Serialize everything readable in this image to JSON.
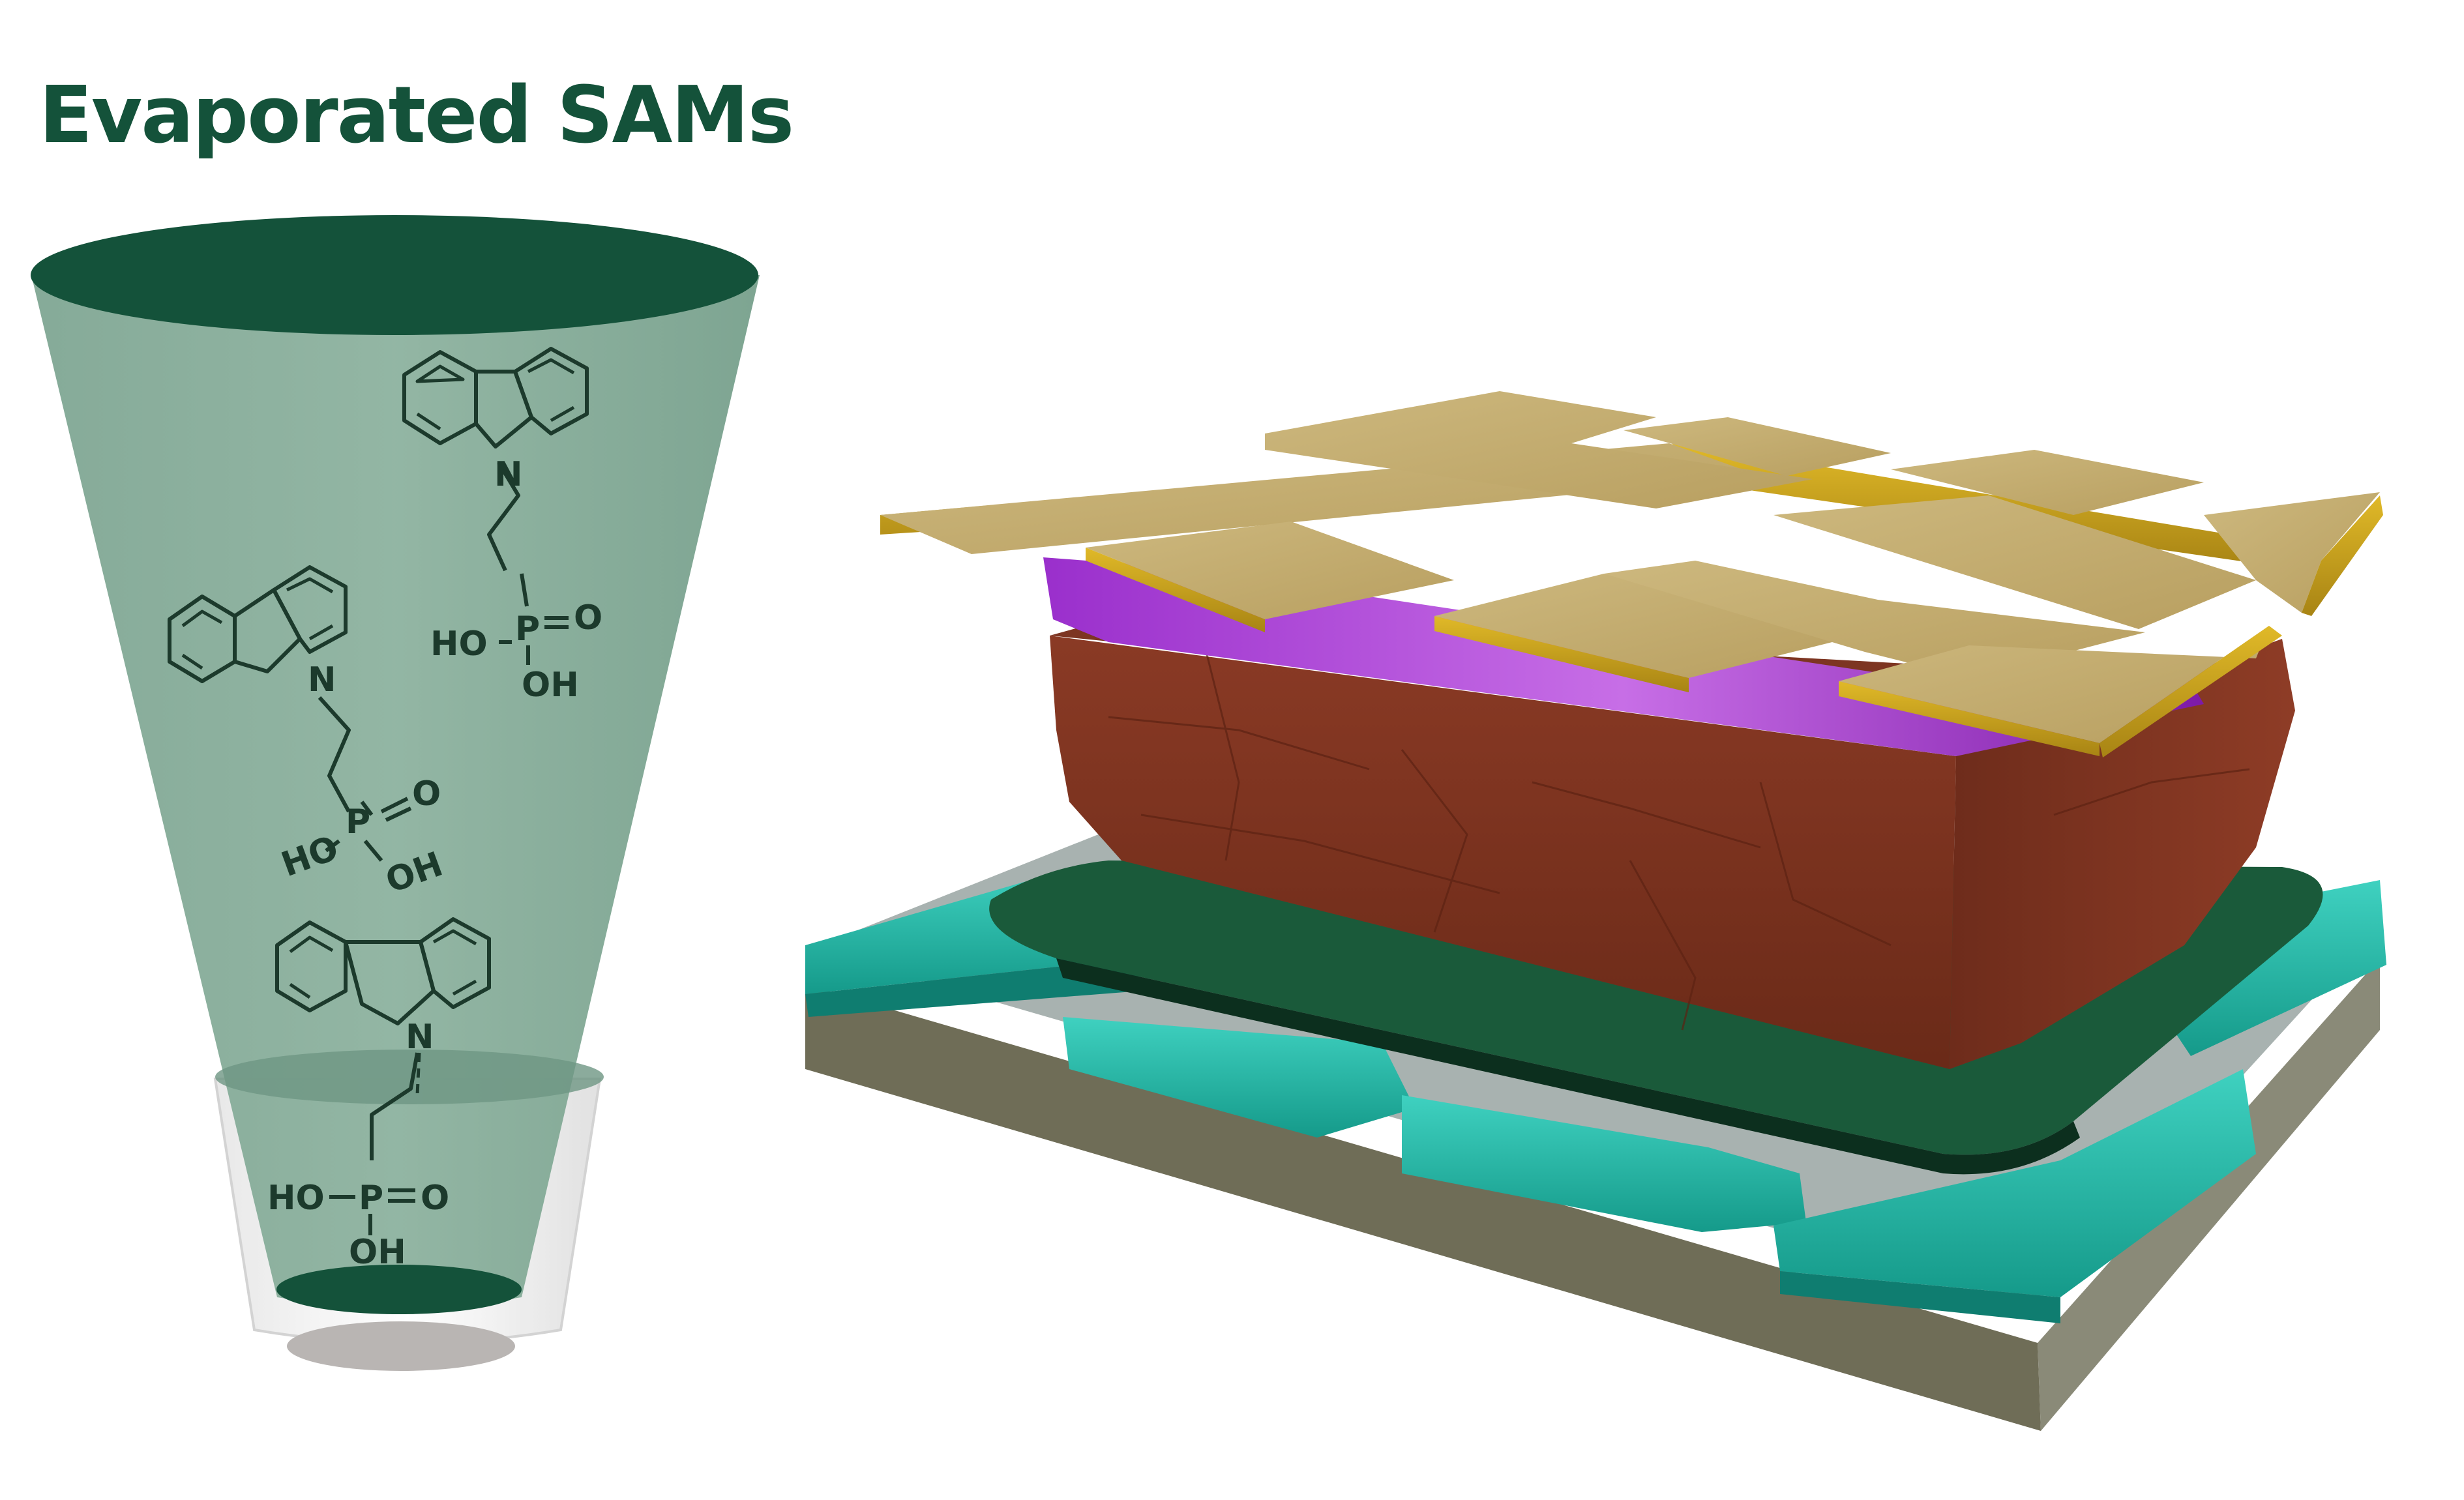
{
  "title": "Evaporated SAMs",
  "molecules": [
    {
      "nitrogen": "N",
      "phosphorus": "P",
      "hydroxyl_left": "HO",
      "oxygen": "O",
      "hydroxyl_bottom": "OH"
    },
    {
      "nitrogen": "N",
      "phosphorus": "P",
      "hydroxyl_left": "HO",
      "oxygen": "O",
      "hydroxyl_bottom": "OH"
    },
    {
      "nitrogen": "N",
      "phosphorus": "P",
      "hydroxyl_left": "HO",
      "oxygen": "O",
      "hydroxyl_bottom": "OH"
    }
  ],
  "colors": {
    "title": "#14523a",
    "cone_fill": "#5f8f79",
    "cone_top": "#14523a",
    "gold_electrode": "#c4ae70",
    "purple_layer": "#8a22b8",
    "perovskite": "#7a3220",
    "sam_layer": "#1a5a3a",
    "ito_teal": "#1fb5a5",
    "substrate": "#7a7a66"
  }
}
